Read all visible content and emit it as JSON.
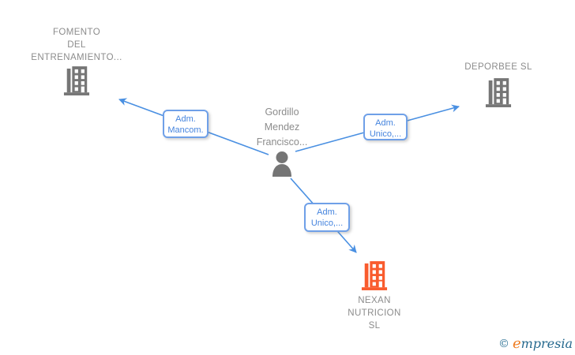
{
  "diagram": {
    "person": {
      "name_line1": "Gordillo",
      "name_line2": "Mendez",
      "name_line3": "Francisco..."
    },
    "companies": {
      "fomento": {
        "line1": "FOMENTO",
        "line2": "DEL",
        "line3": "ENTRENAMIENTO..."
      },
      "deporbee": {
        "line1": "DEPORBEE  SL"
      },
      "nexan": {
        "line1": "NEXAN",
        "line2": "NUTRICION",
        "line3": "SL"
      }
    },
    "edge_labels": {
      "mancom": {
        "line1": "Adm.",
        "line2": "Mancom."
      },
      "unico_right": {
        "line1": "Adm.",
        "line2": "Unico,..."
      },
      "unico_bottom": {
        "line1": "Adm.",
        "line2": "Unico,..."
      }
    }
  },
  "watermark": {
    "copyright": "©",
    "brand_e": "e",
    "brand_rest": "mpresia"
  },
  "colors": {
    "edge_blue": "#4a90e2",
    "box_border_blue": "#6fa0e8",
    "box_text_blue": "#4584de",
    "label_gray": "#8c8c8c",
    "icon_gray": "#767676",
    "icon_orange": "#f95b2d",
    "watermark_teal": "#25698e",
    "watermark_orange": "#ef7d22"
  }
}
